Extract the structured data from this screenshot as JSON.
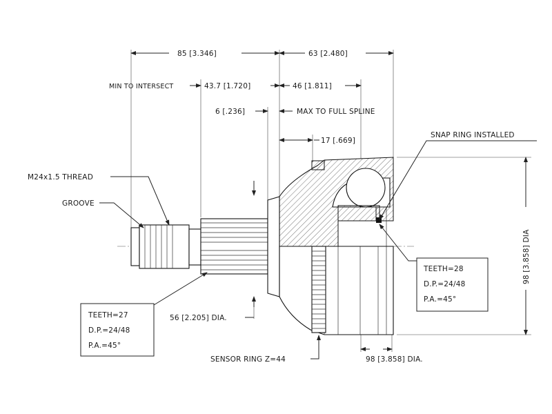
{
  "dimensions": {
    "overall_left": "85 [3.346]",
    "overall_right": "63 [2.480]",
    "min_to_intersect_label": "MIN TO INTERSECT",
    "min_to_intersect_value": "43.7 [1.720]",
    "spline_right": "46 [1.811]",
    "groove_offset": "6 [.236]",
    "max_full_spline": "MAX TO FULL SPLINE",
    "stem_short": "17 [.669]",
    "shoulder_dia": "56 [2.205] DIA.",
    "outer_dia_bottom": "98 [3.858] DIA.",
    "outer_dia_vertical": "98 [3.858] DIA"
  },
  "callouts": {
    "thread": "M24x1.5 THREAD",
    "groove": "GROOVE",
    "snap_ring": "SNAP RING INSTALLED",
    "sensor_ring": "SENSOR RING Z=44"
  },
  "spec_left": {
    "teeth": "TEETH=27",
    "dp": "D.P.=24/48",
    "pa": "P.A.=45°"
  },
  "spec_right": {
    "teeth": "TEETH=28",
    "dp": "D.P.=24/48",
    "pa": "P.A.=45°"
  }
}
